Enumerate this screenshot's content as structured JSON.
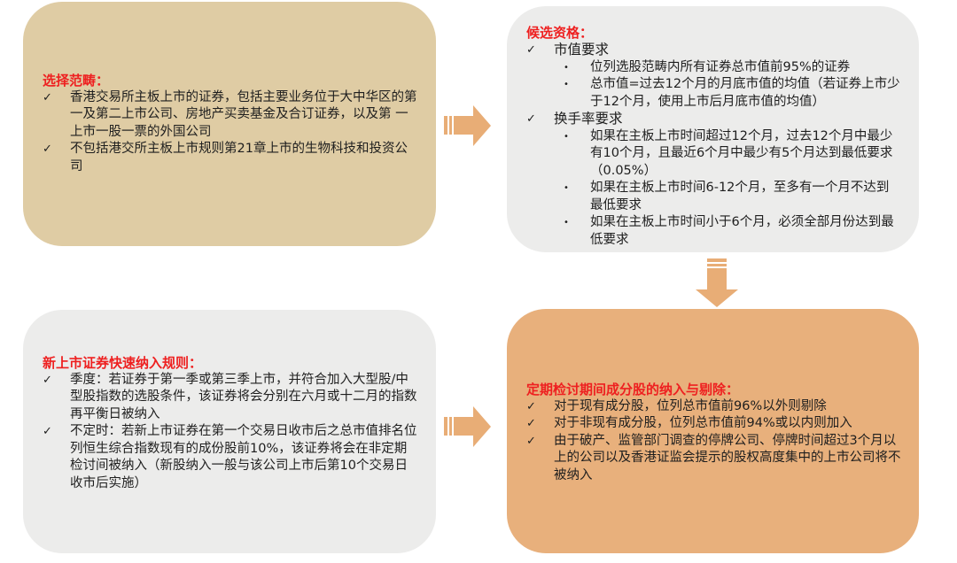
{
  "colors": {
    "title_red": "#ee2020",
    "box_tan": "#dfcca4",
    "box_gray": "#ececeb",
    "box_orange": "#e8b07c",
    "arrow_orange": "#e8ad76"
  },
  "selection_scope": {
    "title": "选择范畴：",
    "items": [
      {
        "mark": "✓",
        "text": "香港交易所主板上市的证券，包括主要业务位于大中华区的第一及第二上市公司、房地产买卖基金及合订证券，以及第 一上市一股一票的外国公司"
      },
      {
        "mark": "✓",
        "text": "不包括港交所主板上市规则第21章上市的生物科技和投资公司"
      }
    ]
  },
  "candidate_eligibility": {
    "title": "候选资格：",
    "sections": [
      {
        "mark": "✓",
        "heading": "市值要求",
        "bullets": [
          {
            "mark": "•",
            "text": "位列选股范畴内所有证券总市值前95%的证券"
          },
          {
            "mark": "•",
            "text": "总市值=过去12个月的月底市值的均值（若证券上市少于12个月，使用上市后月底市值的均值）"
          }
        ]
      },
      {
        "mark": "✓",
        "heading": "换手率要求",
        "bullets": [
          {
            "mark": "•",
            "text": "如果在主板上市时间超过12个月，过去12个月中最少有10个月，且最近6个月中最少有5个月达到最低要求（0.05%）"
          },
          {
            "mark": "•",
            "text": "如果在主板上市时间6-12个月，至多有一个月不达到最低要求"
          },
          {
            "mark": "•",
            "text": "如果在主板上市时间小于6个月，必须全部月份达到最低要求"
          }
        ]
      }
    ]
  },
  "fast_entry_rules": {
    "title": "新上市证券快速纳入规则：",
    "items": [
      {
        "mark": "✓",
        "text": "季度：若证券于第一季或第三季上市，并符合加入大型股/中型股指数的选股条件，该证券将会分别在六月或十二月的指数再平衡日被纳入"
      },
      {
        "mark": "✓",
        "text": "不定时：若新上市证券在第一个交易日收市后之总市值排名位列恒生综合指数现有的成份股前10%，该证券将会在非定期检讨间被纳入（新股纳入一般与该公司上市后第10个交易日收市后实施）"
      }
    ]
  },
  "periodic_review": {
    "title": "定期检讨期间成分股的纳入与剔除：",
    "items": [
      {
        "mark": "✓",
        "text": "对于现有成分股，位列总市值前96%以外则剔除"
      },
      {
        "mark": "✓",
        "text": "对于非现有成分股，位列总市值前94%或以内则加入"
      },
      {
        "mark": "✓",
        "text": "由于破产、监管部门调查的停牌公司、停牌时间超过3个月以上的公司以及香港证监会提示的股权高度集中的上市公司将不被纳入"
      }
    ]
  },
  "arrows": [
    {
      "id": "scope-to-eligibility",
      "direction": "right"
    },
    {
      "id": "eligibility-to-review",
      "direction": "down"
    },
    {
      "id": "fast-entry-to-review",
      "direction": "right"
    }
  ]
}
